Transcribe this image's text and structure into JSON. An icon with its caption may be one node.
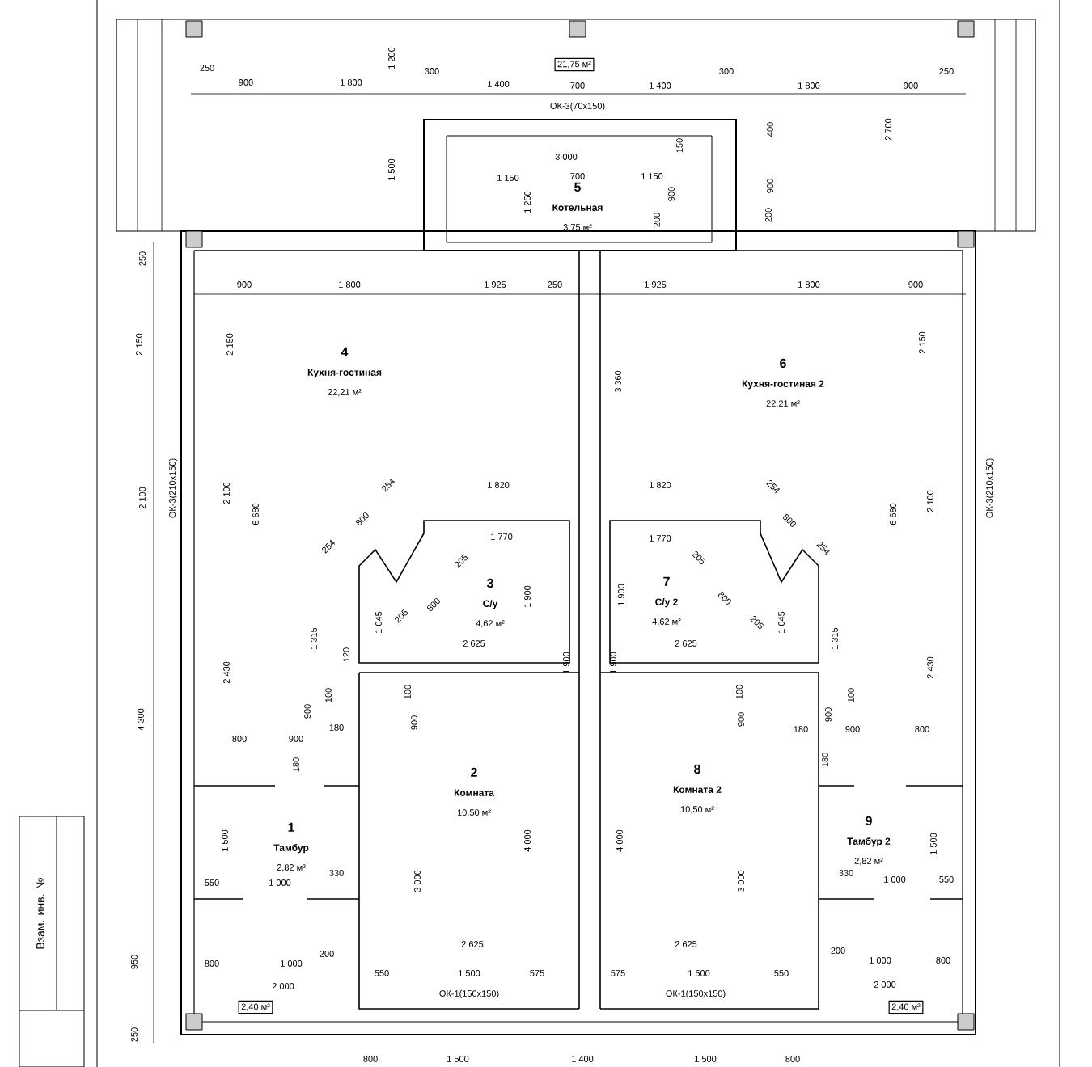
{
  "diagram": {
    "nodes": [
      {
        "text": [
          "21,75 м²"
        ]
      },
      {
        "text": [
          "5",
          "Котельная",
          "3,75 м²"
        ]
      },
      {
        "text": [
          "4",
          "Кухня-гостиная",
          "22,21 м²"
        ]
      },
      {
        "text": [
          "6",
          "Кухня-гостиная 2",
          "22,21 м²"
        ]
      },
      {
        "text": [
          "3",
          "С/у",
          "4,62 м²"
        ]
      },
      {
        "text": [
          "7",
          "С/у 2",
          "4,62 м²"
        ]
      },
      {
        "text": [
          "2",
          "Комната",
          "10,50 м²"
        ]
      },
      {
        "text": [
          "8",
          "Комната 2",
          "10,50 м²"
        ]
      },
      {
        "text": [
          "1",
          "Тамбур",
          "2,82 м²"
        ]
      },
      {
        "text": [
          "9",
          "Тамбур 2",
          "2,82 м²"
        ]
      },
      {
        "text": [
          "2,40 м²"
        ]
      },
      {
        "text": [
          "2,40 м²"
        ]
      }
    ],
    "labels": [
      "250",
      "900",
      "1 800",
      "1 200",
      "300",
      "1 400",
      "700",
      "1 400",
      "300",
      "1 800",
      "900",
      "250",
      "ОК-3(70х150)",
      "2 700",
      "1 500",
      "3 000",
      "150",
      "400",
      "1 150",
      "700",
      "1 150",
      "900",
      "1 250",
      "900",
      "200",
      "200",
      "250",
      "900",
      "1 800",
      "1 925",
      "250",
      "1 925",
      "1 800",
      "900",
      "2 150",
      "2 150",
      "2 150",
      "3 360",
      "2 100",
      "ОК-3(210х150)",
      "2 100",
      "6 680",
      "1 820",
      "254",
      "800",
      "254",
      "1 770",
      "205",
      "800",
      "205",
      "1 900",
      "1 315",
      "1 045",
      "2 625",
      "120",
      "2 430",
      "100",
      "100",
      "1 820",
      "254",
      "800",
      "254",
      "6 680",
      "2 100",
      "ОК-3(210х150)",
      "1 770",
      "205",
      "800",
      "205",
      "1 900",
      "1 045",
      "1 315",
      "2 625",
      "2 430",
      "100",
      "100",
      "1 900",
      "1 900",
      "4 300",
      "900",
      "180",
      "800",
      "900",
      "180",
      "900",
      "900",
      "900",
      "180",
      "900",
      "800",
      "180",
      "1 500",
      "4 000",
      "4 000",
      "1 500",
      "550",
      "1 000",
      "330",
      "3 000",
      "3 000",
      "330",
      "1 000",
      "550",
      "2 625",
      "2 625",
      "200",
      "200",
      "950",
      "800",
      "1 000",
      "1 000",
      "800",
      "550",
      "1 500",
      "575",
      "575",
      "1 500",
      "550",
      "2 000",
      "2 000",
      "ОК-1(150х150)",
      "ОК-1(150х150)",
      "250",
      "800",
      "1 500",
      "1 400",
      "1 500",
      "800",
      "Взам. инв. №"
    ]
  }
}
